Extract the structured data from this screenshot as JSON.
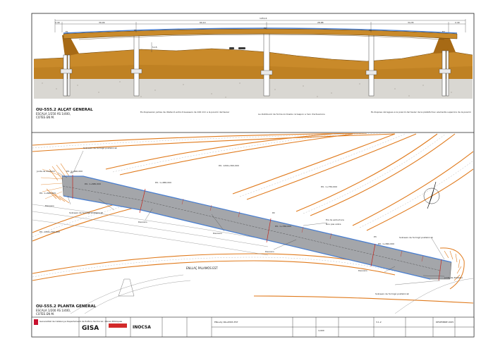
{
  "elevation": {
    "total_length": "128,14",
    "spans": [
      "2,40",
      "39,09",
      "60,10",
      "28,88",
      "34,35",
      "2,40"
    ],
    "piers": [
      "E1",
      "P1",
      "P2",
      "P3",
      "E2"
    ],
    "clearance_label": "5,15",
    "title": "OU-555.2 ALÇAT GENERAL",
    "scale": "ESCALA 1/250 ÀS 1/400,",
    "units": "COTES EN M.",
    "notes": [
      "Es disposaran juntes de dilatació entre travessers de 100 mm a la posició del tauler",
      "La distribució de forma inclinada correspon a l'eix d'actuacions",
      "Es disposa càrregues a la posició del tauler de la plataforma i elements superiors de la posició"
    ]
  },
  "plan": {
    "title": "OU-555.2 PLANTA GENERAL",
    "scale": "ESCALA 1/200 ÀS 1/400,",
    "units": "COTES EN M.",
    "labels": {
      "ll_top": "Sobreeix de formigó prefabricat",
      "ll_joint": "Junta de dilatació",
      "ll_pk1": "P.K. 1+660,000",
      "ll_sobre": "Sobreeix de formigó prefabricat",
      "ll_descens": "Descens",
      "pk2": "P.K. 1+680,000",
      "pk_road": "P.K. 1200+300,000",
      "e_label": "E1",
      "pk_road2": "P.K. 1+680,000",
      "descens_mid": "Descens",
      "descens_low": "Descens",
      "pk_road3": "P.K. 1+750,000",
      "p2": "P2",
      "pk_mid": "P.K. 1+760,000",
      "eix": "Eix de estructura",
      "nou_pas": "Nou pas sobre",
      "descens_right": "Descens",
      "p3": "P3",
      "pk_right": "P.K. 1+840,000",
      "sobre_right": "Sobreeix de formigó prefabricat",
      "junta_right": "Junta de dilatació",
      "descens_bottom": "Descens",
      "enllac": "ENLLAÇ PALAMÓS EST",
      "sobre_bottom": "Sobreeix de formigó prefabricat",
      "pk_left2": "P.K. 1200+300,000",
      "pk_left3": "P.K. 1+660,000"
    }
  },
  "title_block": {
    "logo1": "GISA",
    "logo2": "INOCSA",
    "org": "Generalitat de Catalunya Departament de Política Territorial i Obres Públiques",
    "project": "ENLLAÇ PALAMÓS EST",
    "sheet": "3.1.2",
    "scale": "1/400",
    "date": "DESEMBRE 2005"
  },
  "colors": {
    "soil": "#c98a2a",
    "soil_dark": "#a76a15",
    "gravel": "#d9d7d2",
    "deck": "#4a7fd0",
    "road_orange": "#e07a1c",
    "bridge_plan": "#a4a6aa"
  }
}
